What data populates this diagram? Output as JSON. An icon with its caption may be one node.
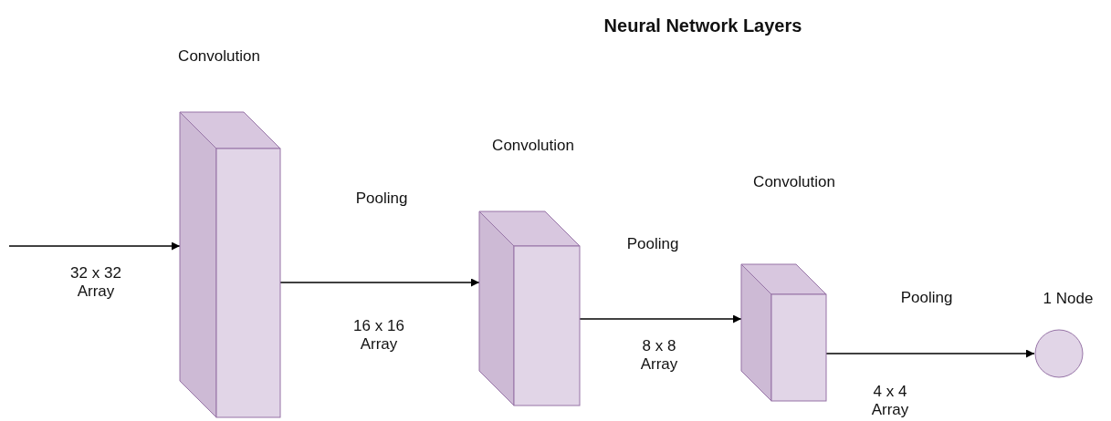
{
  "diagram": {
    "title": "Neural Network Layers",
    "nodes": [
      {
        "text": [
          "Convolution"
        ]
      },
      {
        "text": [
          "Convolution"
        ]
      },
      {
        "text": [
          "Convolution"
        ]
      },
      {
        "text": [
          "1 Node"
        ]
      }
    ],
    "edges": [
      {
        "from": null,
        "to": 0,
        "arrow": "to",
        "label": "32 x 32 Array"
      },
      {
        "from": 0,
        "to": 1,
        "arrow": "to",
        "label": "16 x 16 Array"
      },
      {
        "from": 1,
        "to": 2,
        "arrow": "to",
        "label": "8 x 8 Array"
      },
      {
        "from": 2,
        "to": 3,
        "arrow": "to",
        "label": "4 x 4 Array"
      }
    ],
    "labels": [
      "Pooling",
      "Pooling",
      "Pooling"
    ]
  }
}
